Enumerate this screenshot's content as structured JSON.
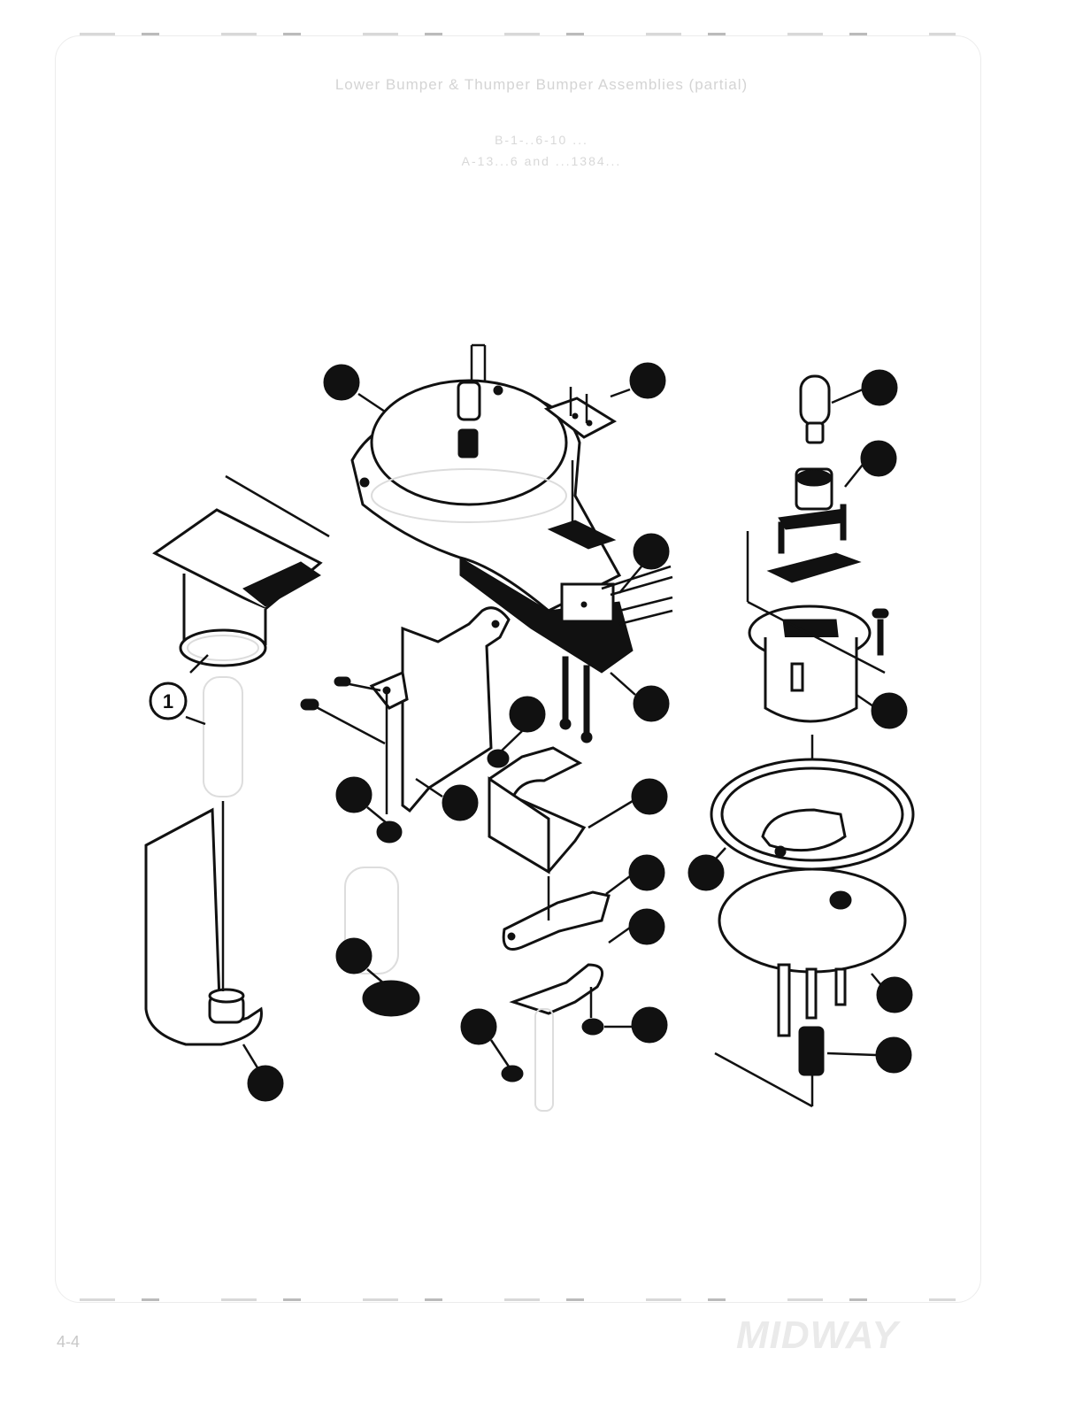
{
  "page": {
    "title": "Lower Bumper & Thumper Bumper Assemblies (partial)",
    "subtitle_1": "B-1-..6-10 ...",
    "subtitle_2": "A-13...6 and ...1384...",
    "page_number": "4-4",
    "brand_logo": "MIDWAY"
  },
  "callouts": [
    {
      "label": "1"
    }
  ],
  "icons": {
    "callout_marker": "filled-circle"
  }
}
